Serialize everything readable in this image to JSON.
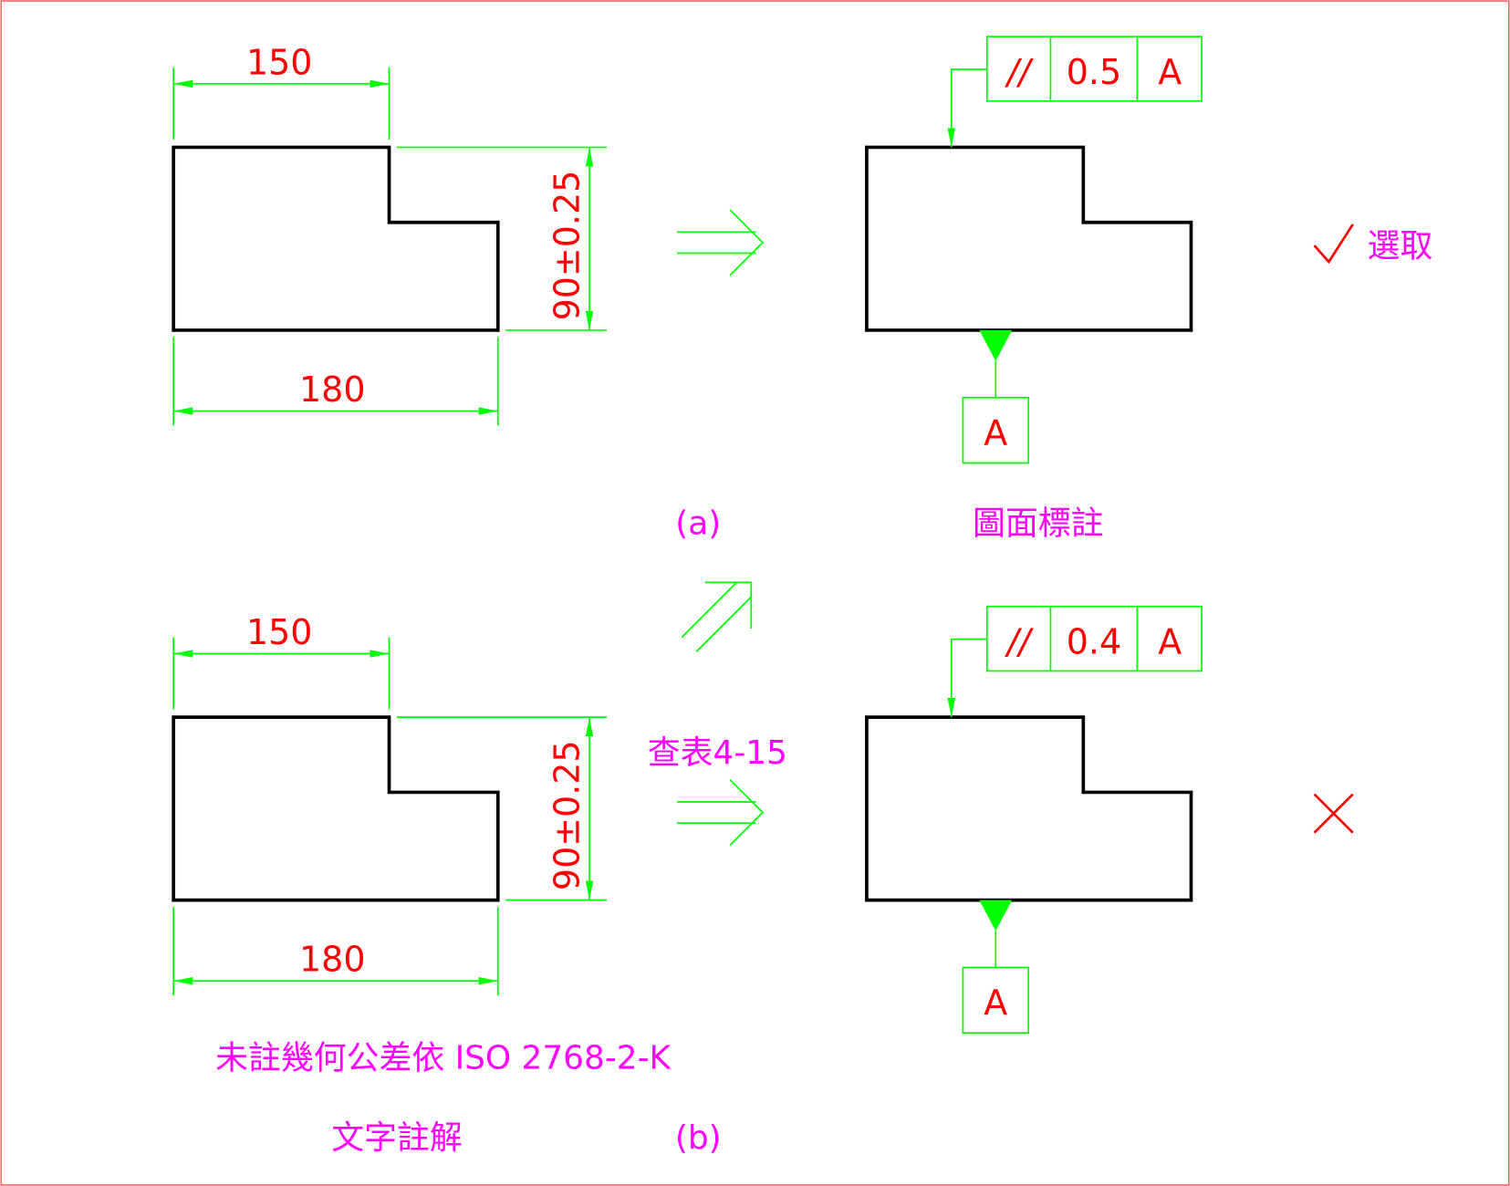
{
  "colors": {
    "dimension_text": "#ff0000",
    "annotation_text": "#ff00ff",
    "dimension_lines": "#00ff00",
    "outline": "#000000",
    "border": "#ff6060"
  },
  "part_a": {
    "dim_top": "150",
    "dim_bottom": "180",
    "dim_height": "90±0.25",
    "label": "(a)",
    "fcf": {
      "symbol": "//",
      "tolerance": "0.5",
      "datum": "A"
    },
    "datum_label": "A",
    "result_icon": "check-icon",
    "result_text": "選取",
    "caption": "圖面標註"
  },
  "part_b": {
    "dim_top": "150",
    "dim_bottom": "180",
    "dim_height": "90±0.25",
    "label": "(b)",
    "lookup_text": "查表4-15",
    "fcf": {
      "symbol": "//",
      "tolerance": "0.4",
      "datum": "A"
    },
    "datum_label": "A",
    "result_icon": "cross-icon",
    "note": "未註幾何公差依 ISO 2768-2-K",
    "caption": "文字註解"
  }
}
